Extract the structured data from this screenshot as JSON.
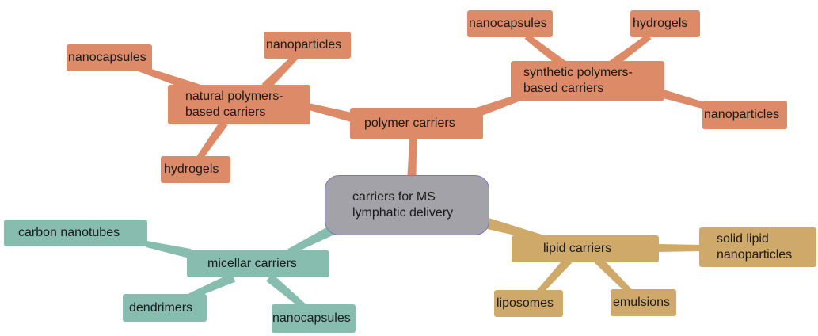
{
  "colors": {
    "polymer": "#dd8a68",
    "lipid": "#cfa96a",
    "micellar": "#87bdae",
    "root": "#a3a2a8"
  },
  "root": {
    "label": "carriers for MS\nlymphatic delivery"
  },
  "branches": {
    "polymer": {
      "label": "polymer carriers",
      "natural": {
        "label": "natural polymers-\nbased carriers",
        "children": [
          "nanocapsules",
          "nanoparticles",
          "hydrogels"
        ]
      },
      "synthetic": {
        "label": "synthetic polymers-\nbased carriers",
        "children": [
          "nanocapsules",
          "hydrogels",
          "nanoparticles"
        ]
      }
    },
    "lipid": {
      "label": "lipid carriers",
      "children": [
        "solid lipid\nnanoparticles",
        "liposomes",
        "emulsions"
      ]
    },
    "micellar": {
      "label": "micellar carriers",
      "children": [
        "carbon nanotubes",
        "dendrimers",
        "nanocapsules"
      ]
    }
  }
}
